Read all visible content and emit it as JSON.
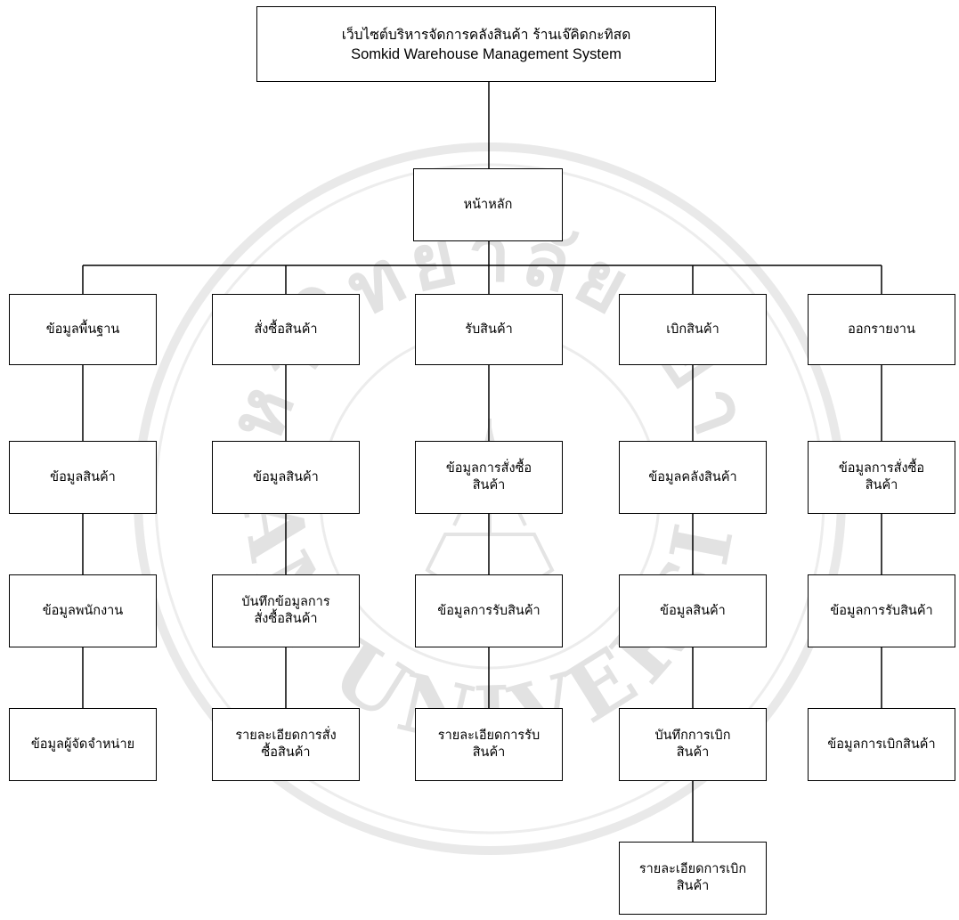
{
  "colors": {
    "line": "#000000",
    "box_border": "#000000",
    "watermark": "#e2e2e2"
  },
  "watermark": {
    "text_top": "มหาวิทยาลัยสยาม",
    "text_bottom": "SIAM UNIVERSITY"
  },
  "diagram": {
    "title": {
      "th": "เว็บไซต์บริหารจัดการคลังสินค้า ร้านเจ๊คิดกะทิสด",
      "en": "Somkid Warehouse Management System"
    },
    "home": "หน้าหลัก",
    "columns": [
      {
        "label": "ข้อมูลพื้นฐาน",
        "items": [
          [
            "ข้อมูลสินค้า"
          ],
          [
            "ข้อมูลพนักงาน"
          ],
          [
            "ข้อมูลผู้จัดจำหน่าย"
          ]
        ]
      },
      {
        "label": "สั่งซื้อสินค้า",
        "items": [
          [
            "ข้อมูลสินค้า"
          ],
          [
            "บันทึกข้อมูลการ",
            "สั่งซื้อสินค้า"
          ],
          [
            "รายละเอียดการสั่ง",
            "ซื้อสินค้า"
          ]
        ]
      },
      {
        "label": "รับสินค้า",
        "items": [
          [
            "ข้อมูลการสั่งซื้อ",
            "สินค้า"
          ],
          [
            "ข้อมูลการรับสินค้า"
          ],
          [
            "รายละเอียดการรับ",
            "สินค้า"
          ]
        ]
      },
      {
        "label": "เบิกสินค้า",
        "items": [
          [
            "ข้อมูลคลังสินค้า"
          ],
          [
            "ข้อมูลสินค้า"
          ],
          [
            "บันทึกการเบิก",
            "สินค้า"
          ],
          [
            "รายละเอียดการเบิก",
            "สินค้า"
          ]
        ]
      },
      {
        "label": "ออกรายงาน",
        "items": [
          [
            "ข้อมูลการสั่งซื้อ",
            "สินค้า"
          ],
          [
            "ข้อมูลการรับสินค้า"
          ],
          [
            "ข้อมูลการเบิกสินค้า"
          ]
        ]
      }
    ]
  }
}
